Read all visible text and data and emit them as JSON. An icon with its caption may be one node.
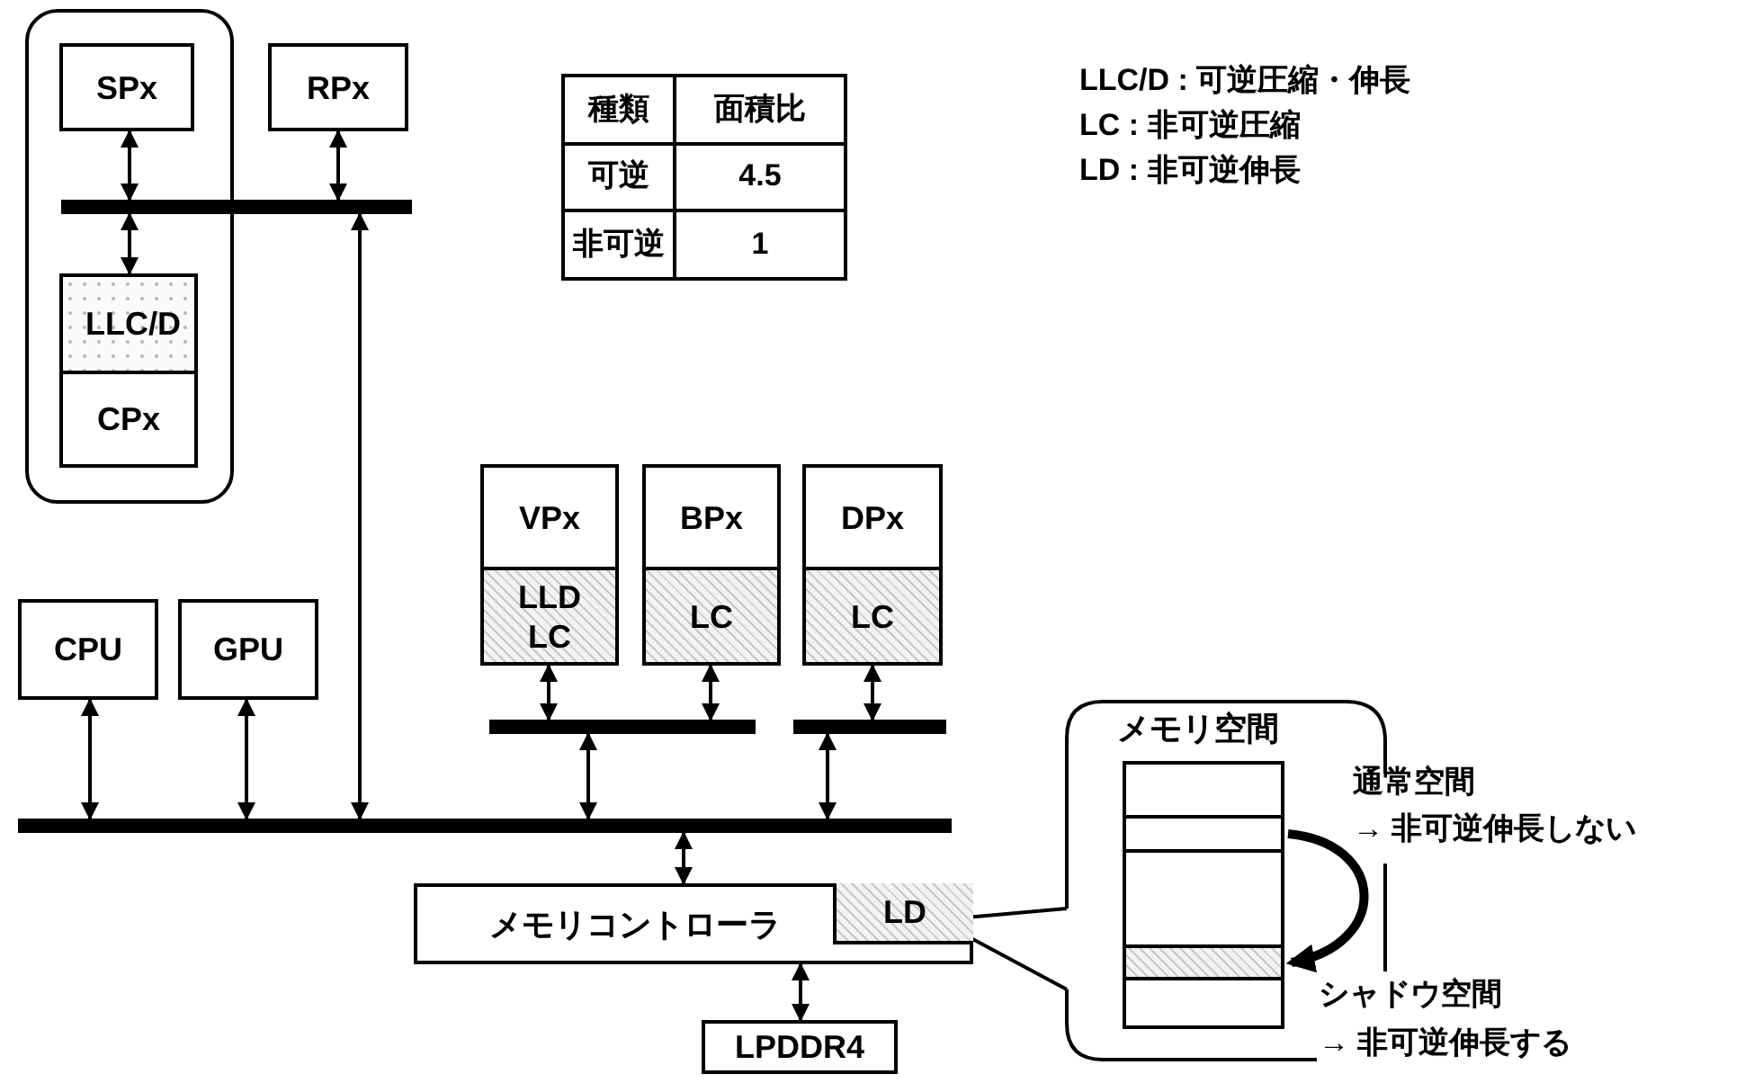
{
  "diagram": {
    "nodes": [
      {
        "text": [],
        "shape": "box"
      },
      {
        "text": [
          "SPx"
        ],
        "in": 0
      },
      {
        "text": [
          "LLC/D"
        ],
        "in": 0
      },
      {
        "text": [
          "CPx"
        ],
        "in": 0
      },
      {
        "text": [
          "RPx"
        ]
      },
      {
        "text": [],
        "shape": "bar"
      },
      {
        "text": [
          "VPx"
        ]
      },
      {
        "text": [
          "LLD LC"
        ]
      },
      {
        "text": [
          "BPx"
        ]
      },
      {
        "text": [
          "LC"
        ]
      },
      {
        "text": [
          "DPx"
        ]
      },
      {
        "text": [
          "LC"
        ]
      },
      {
        "text": [
          "CPU"
        ]
      },
      {
        "text": [
          "GPU"
        ]
      },
      {
        "text": [],
        "shape": "bar"
      },
      {
        "text": [],
        "shape": "bar"
      },
      {
        "text": [],
        "shape": "bar"
      },
      {
        "text": [
          "メモリコントローラ"
        ]
      },
      {
        "text": [
          "LD"
        ],
        "in": 17
      },
      {
        "text": [
          "LPDDR4"
        ]
      },
      {
        "text": [
          "メモリ空間"
        ]
      },
      {
        "text": [],
        "shape": "box",
        "in": 20
      },
      {
        "text": [],
        "shape": "box",
        "in": 20
      },
      {
        "text": [],
        "shape": "box",
        "in": 20
      },
      {
        "text": [],
        "shape": "box",
        "in": 20
      },
      {
        "text": [],
        "shape": "box",
        "in": 20
      }
    ],
    "edges": [
      {
        "from": 1,
        "to": 5,
        "arrow": "both"
      },
      {
        "from": 5,
        "to": 2,
        "arrow": "both"
      },
      {
        "from": 4,
        "to": 5,
        "arrow": "both"
      },
      {
        "from": 16,
        "to": 5,
        "arrow": "both"
      },
      {
        "from": 7,
        "to": 14,
        "arrow": "both"
      },
      {
        "from": 9,
        "to": 14,
        "arrow": "both"
      },
      {
        "from": 11,
        "to": 15,
        "arrow": "both"
      },
      {
        "from": 14,
        "to": 16,
        "arrow": "both"
      },
      {
        "from": 15,
        "to": 16,
        "arrow": "both"
      },
      {
        "from": 12,
        "to": 16,
        "arrow": "both"
      },
      {
        "from": 13,
        "to": 16,
        "arrow": "both"
      },
      {
        "from": 16,
        "to": 17,
        "arrow": "both"
      },
      {
        "from": 17,
        "to": 19,
        "arrow": "both"
      },
      {
        "from": 22,
        "to": 24,
        "arrow": "to",
        "style": "thick"
      },
      {
        "from": 20,
        "to": 18,
        "arrow": "none"
      },
      {
        "from": 20,
        "to": 18,
        "arrow": "none"
      }
    ],
    "labels": [
      "種類",
      "面積比",
      "可逆",
      "4.5",
      "非可逆",
      "1",
      "LLC/D : 可逆圧縮・伸長",
      "LC : 非可逆圧縮",
      "LD : 非可逆伸長",
      "通常空間",
      "→ 非可逆伸長しない",
      "シャドウ空間",
      "→ 非可逆伸長する"
    ]
  }
}
